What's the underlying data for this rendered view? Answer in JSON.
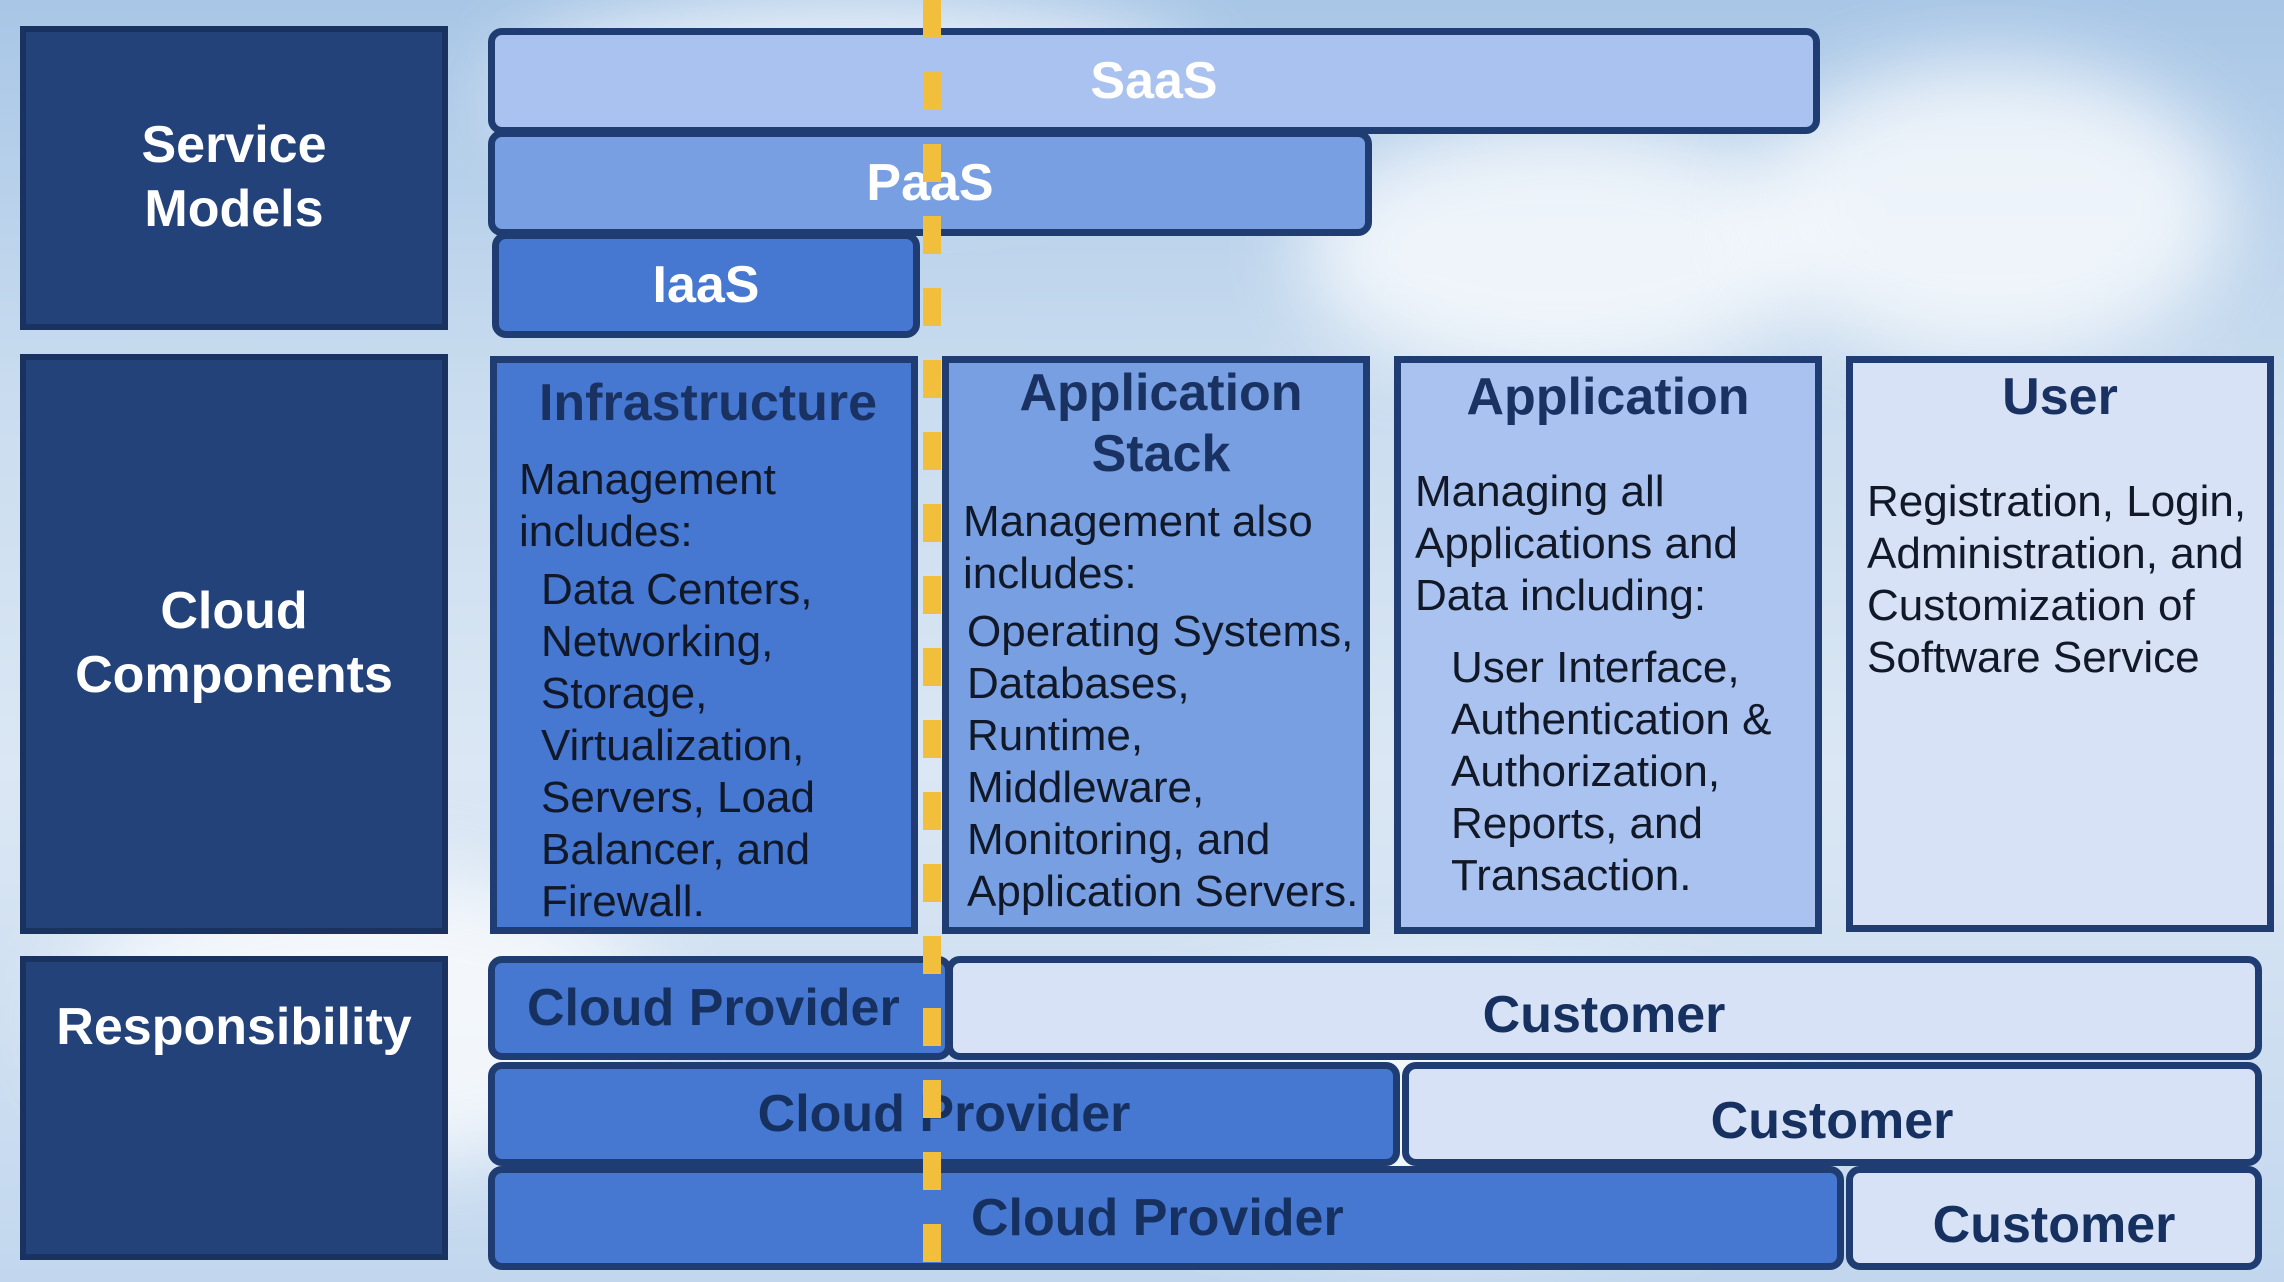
{
  "row_labels": {
    "service_models": [
      "Service",
      "Models"
    ],
    "cloud_components": [
      "Cloud",
      "Components"
    ],
    "responsibility": "Responsibility"
  },
  "service_models": {
    "saas": "SaaS",
    "paas": "PaaS",
    "iaas": "IaaS"
  },
  "components": {
    "infrastructure": {
      "title": "Infrastructure",
      "intro": [
        "Management",
        "includes:"
      ],
      "items": [
        "Data Centers,",
        "Networking,",
        "Storage,",
        "Virtualization,",
        "Servers, Load",
        "Balancer, and",
        "Firewall."
      ]
    },
    "application_stack": {
      "title": [
        "Application",
        "Stack"
      ],
      "intro": [
        "Management also",
        "includes:"
      ],
      "items": [
        "Operating Systems,",
        "Databases,",
        "Runtime,",
        "Middleware,",
        "Monitoring, and",
        "Application Servers."
      ]
    },
    "application": {
      "title": "Application",
      "intro": [
        "Managing all",
        "Applications and",
        "Data including:"
      ],
      "items": [
        "User Interface,",
        "Authentication &",
        "Authorization,",
        "Reports, and",
        "Transaction."
      ]
    },
    "user": {
      "title": "User",
      "items": [
        "Registration, Login,",
        "Administration, and",
        "Customization of",
        "Software Service"
      ]
    }
  },
  "responsibility": {
    "saas": {
      "provider": "Cloud Provider",
      "customer": "Customer"
    },
    "paas": {
      "provider": "Cloud Provider",
      "customer": "Customer"
    },
    "iaas": {
      "provider": "Cloud Provider",
      "customer": "Customer"
    }
  },
  "colors": {
    "label_bg": "#23427a",
    "iaas_blue": "#4677d1",
    "paas_blue": "#779fe2",
    "saas_blue": "#a9c2ef",
    "customer_light": "#d7e2f6",
    "divider_yellow": "#f2bf3c"
  }
}
